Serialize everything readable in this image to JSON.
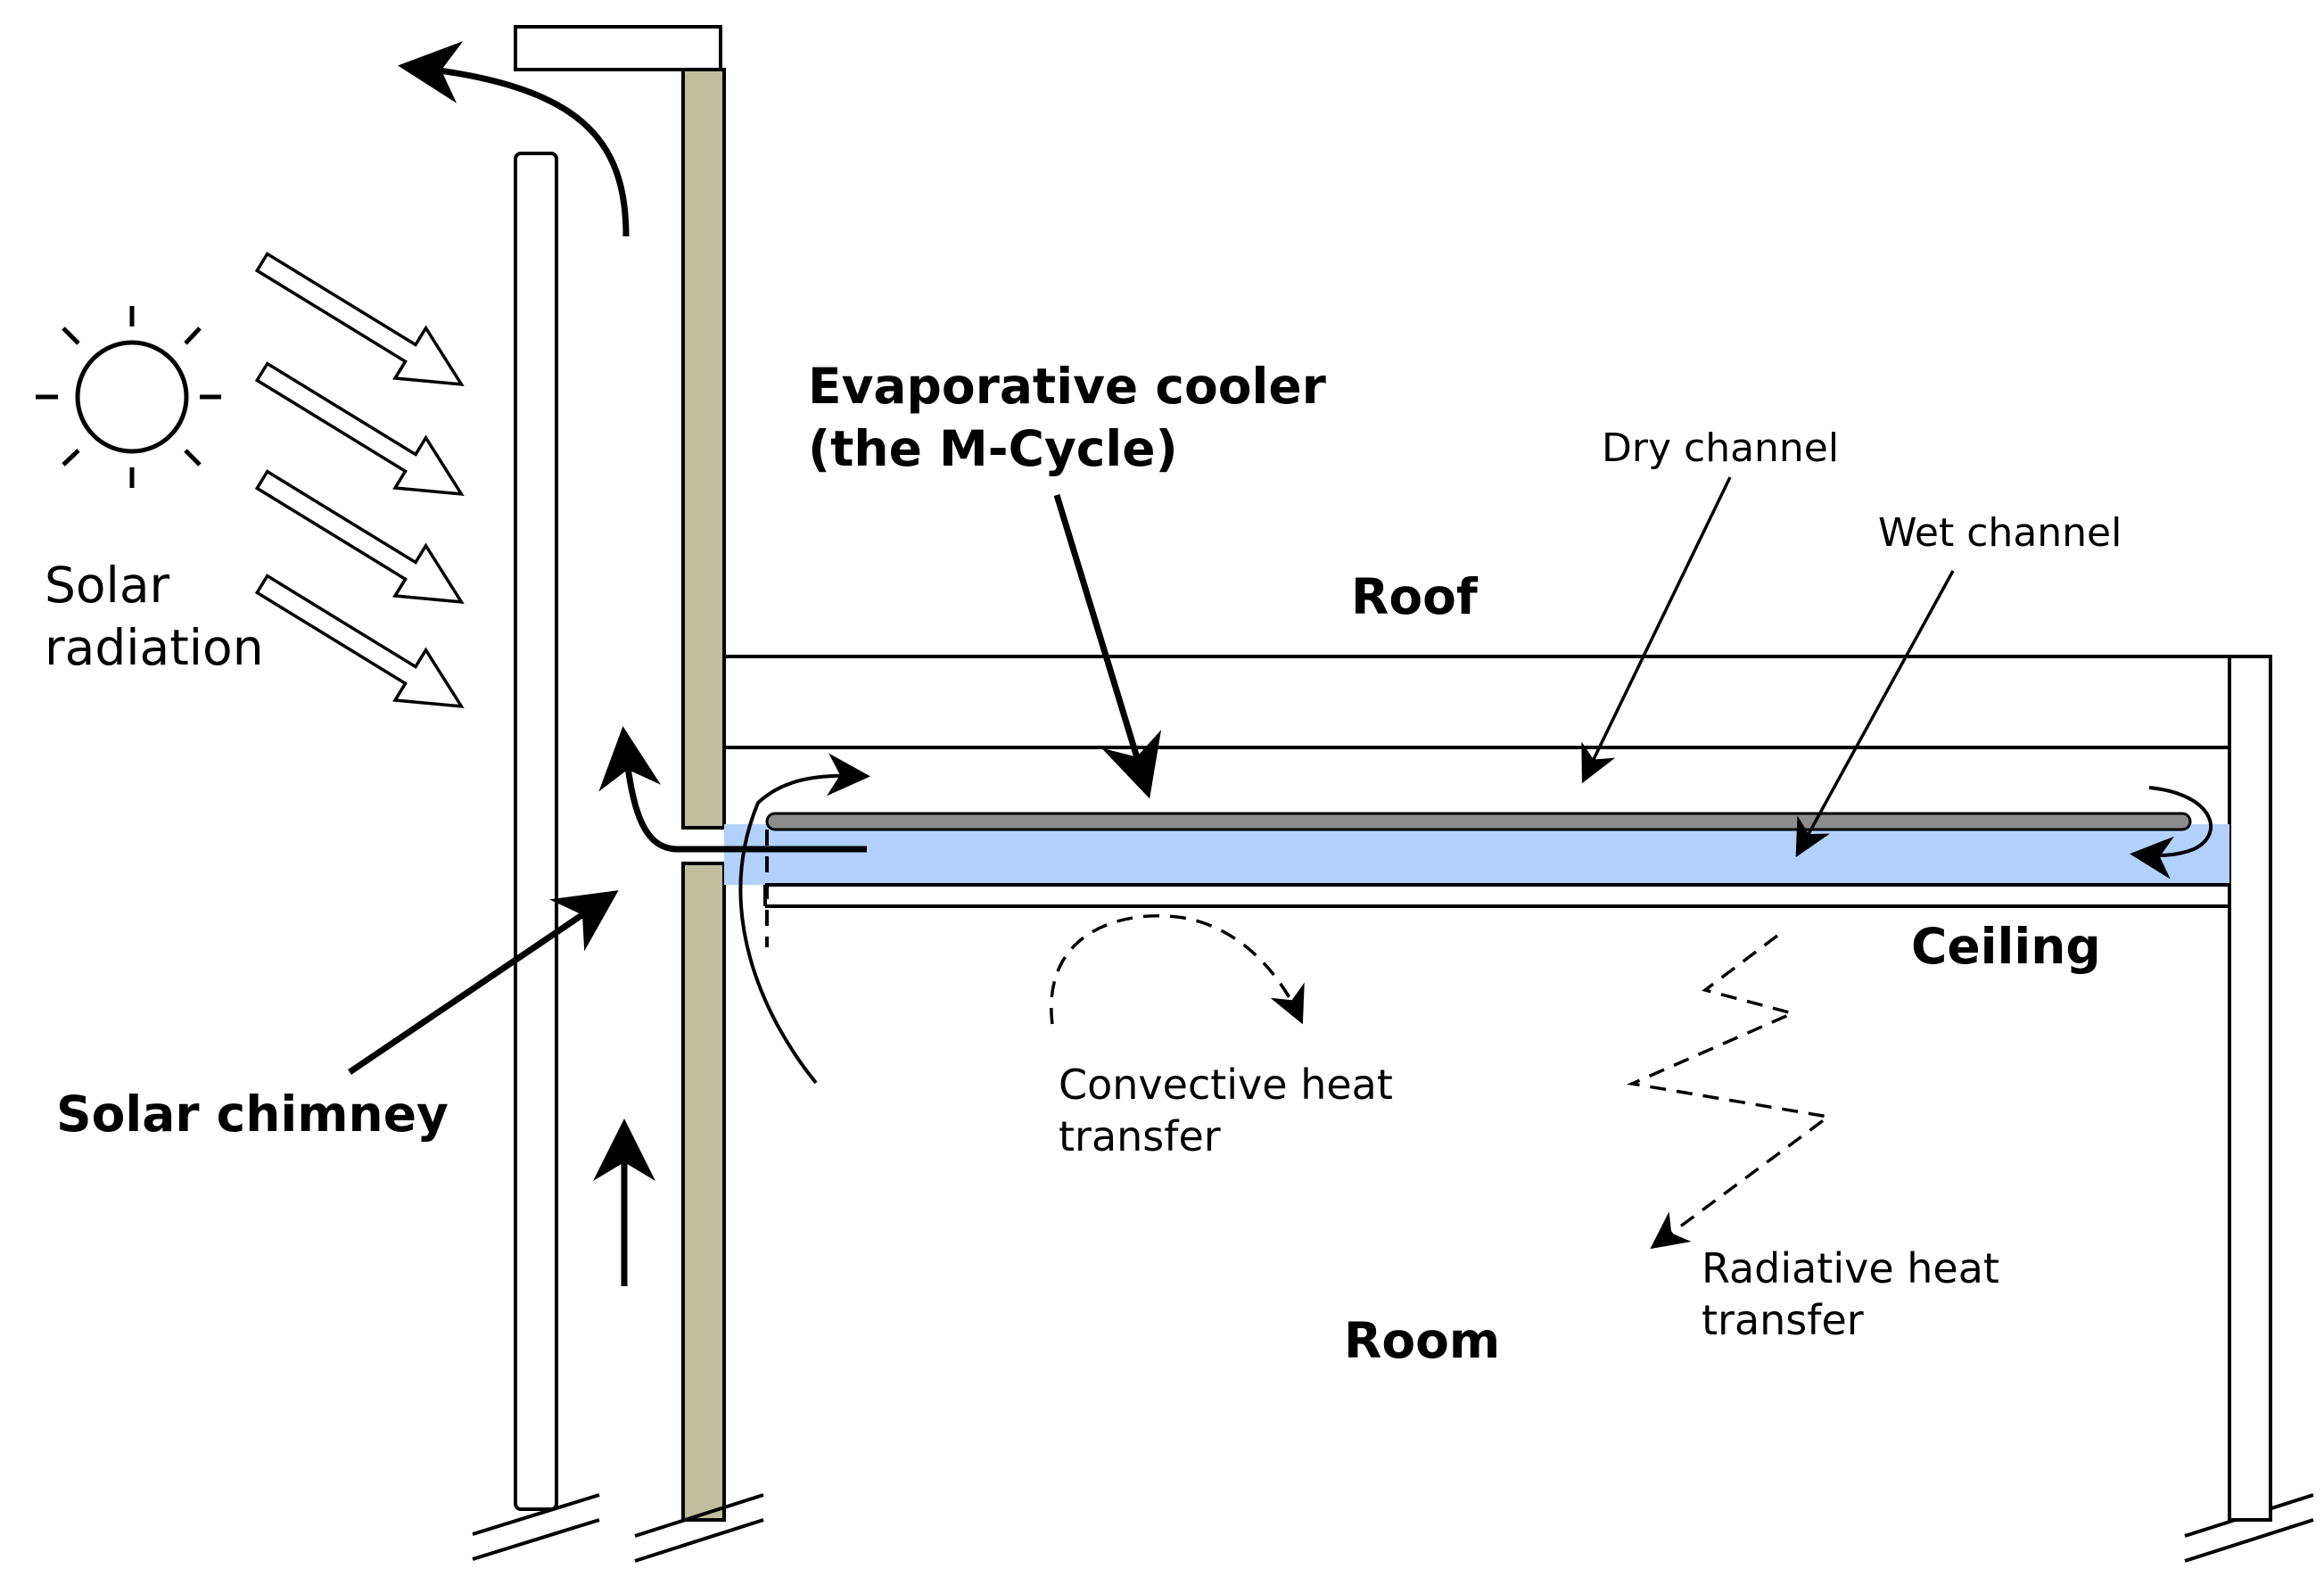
{
  "labels": {
    "evap_line1": "Evaporative cooler",
    "evap_line2": "(the M-Cycle)",
    "dry_channel": "Dry channel",
    "wet_channel": "Wet channel",
    "roof": "Roof",
    "ceiling": "Ceiling",
    "solar_line1": "Solar",
    "solar_line2": "radiation",
    "solar_chimney": "Solar chimney",
    "convective_line1": "Convective heat",
    "convective_line2": "transfer",
    "radiative_line1": "Radiative heat",
    "radiative_line2": "transfer",
    "room": "Room"
  },
  "colors": {
    "wall_fill": "#bfbf9f",
    "water_fill": "#b3d1ff",
    "plate_fill": "#8c8c8c",
    "stroke": "#000000"
  }
}
